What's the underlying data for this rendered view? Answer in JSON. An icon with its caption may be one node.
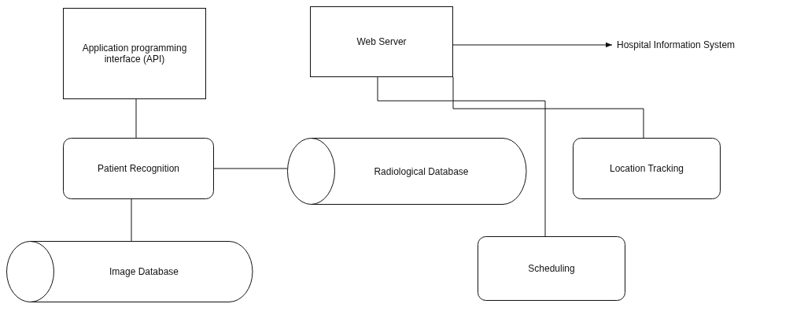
{
  "diagram": {
    "nodes": [
      {
        "text": [
          "Application programming interface (API)"
        ]
      },
      {
        "text": [
          "Web Server"
        ]
      },
      {
        "text": [
          "Hospital Information System"
        ]
      },
      {
        "text": [
          "Patient Recognition"
        ]
      },
      {
        "text": [
          "Radiological Database"
        ]
      },
      {
        "text": [
          "Location Tracking"
        ]
      },
      {
        "text": [
          "Scheduling"
        ]
      },
      {
        "text": [
          "Image Database"
        ]
      }
    ],
    "edges": [
      {
        "from": 1,
        "to": 2,
        "arrow": "to"
      },
      {
        "from": 0,
        "to": 3,
        "arrow": "none"
      },
      {
        "from": 1,
        "to": 5,
        "arrow": "none"
      },
      {
        "from": 1,
        "to": 6,
        "arrow": "none"
      },
      {
        "from": 3,
        "to": 4,
        "arrow": "none"
      },
      {
        "from": 3,
        "to": 7,
        "arrow": "none"
      }
    ]
  }
}
